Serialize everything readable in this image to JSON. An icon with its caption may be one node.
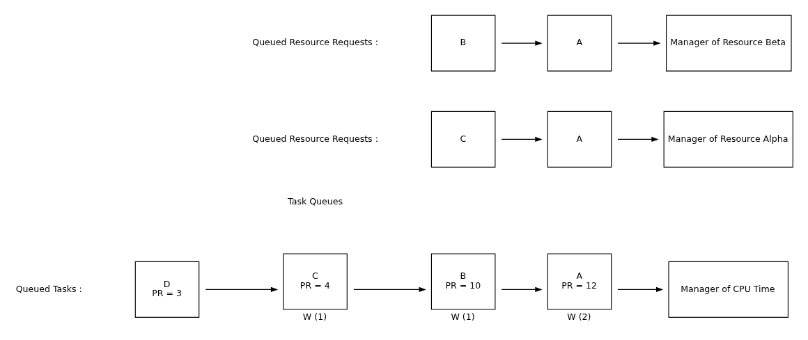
{
  "diagram": {
    "nodes": [
      {
        "text": [
          "D",
          "PR = 3"
        ]
      },
      {
        "text": [
          "C",
          "PR = 4"
        ],
        "beside": [
          "W (1)"
        ]
      },
      {
        "text": [
          "B",
          "PR = 10"
        ],
        "beside": [
          "W (1)"
        ]
      },
      {
        "text": [
          "A",
          "PR = 12"
        ],
        "beside": [
          "W (2)"
        ]
      },
      {
        "text": [
          "Manager of CPU Time"
        ]
      },
      {
        "text": [
          "C"
        ]
      },
      {
        "text": [
          "A"
        ]
      },
      {
        "text": [
          "Manager of Resource Alpha"
        ]
      },
      {
        "text": [
          "B"
        ]
      },
      {
        "text": [
          "A"
        ]
      },
      {
        "text": [
          "Manager of Resource Beta"
        ]
      }
    ],
    "edges": [
      {
        "from": 0,
        "to": 1,
        "arrow": "to"
      },
      {
        "from": 1,
        "to": 2,
        "arrow": "to"
      },
      {
        "from": 2,
        "to": 3,
        "arrow": "to"
      },
      {
        "from": 3,
        "to": 4,
        "arrow": "to"
      },
      {
        "from": 5,
        "to": 6,
        "arrow": "to"
      },
      {
        "from": 6,
        "to": 7,
        "arrow": "to"
      },
      {
        "from": 8,
        "to": 9,
        "arrow": "to"
      },
      {
        "from": 9,
        "to": 10,
        "arrow": "to"
      }
    ],
    "labels": [
      "Task Queues",
      "Queued Tasks :",
      "Queued Resource Requests :",
      "Queued Resource Requests :"
    ]
  }
}
